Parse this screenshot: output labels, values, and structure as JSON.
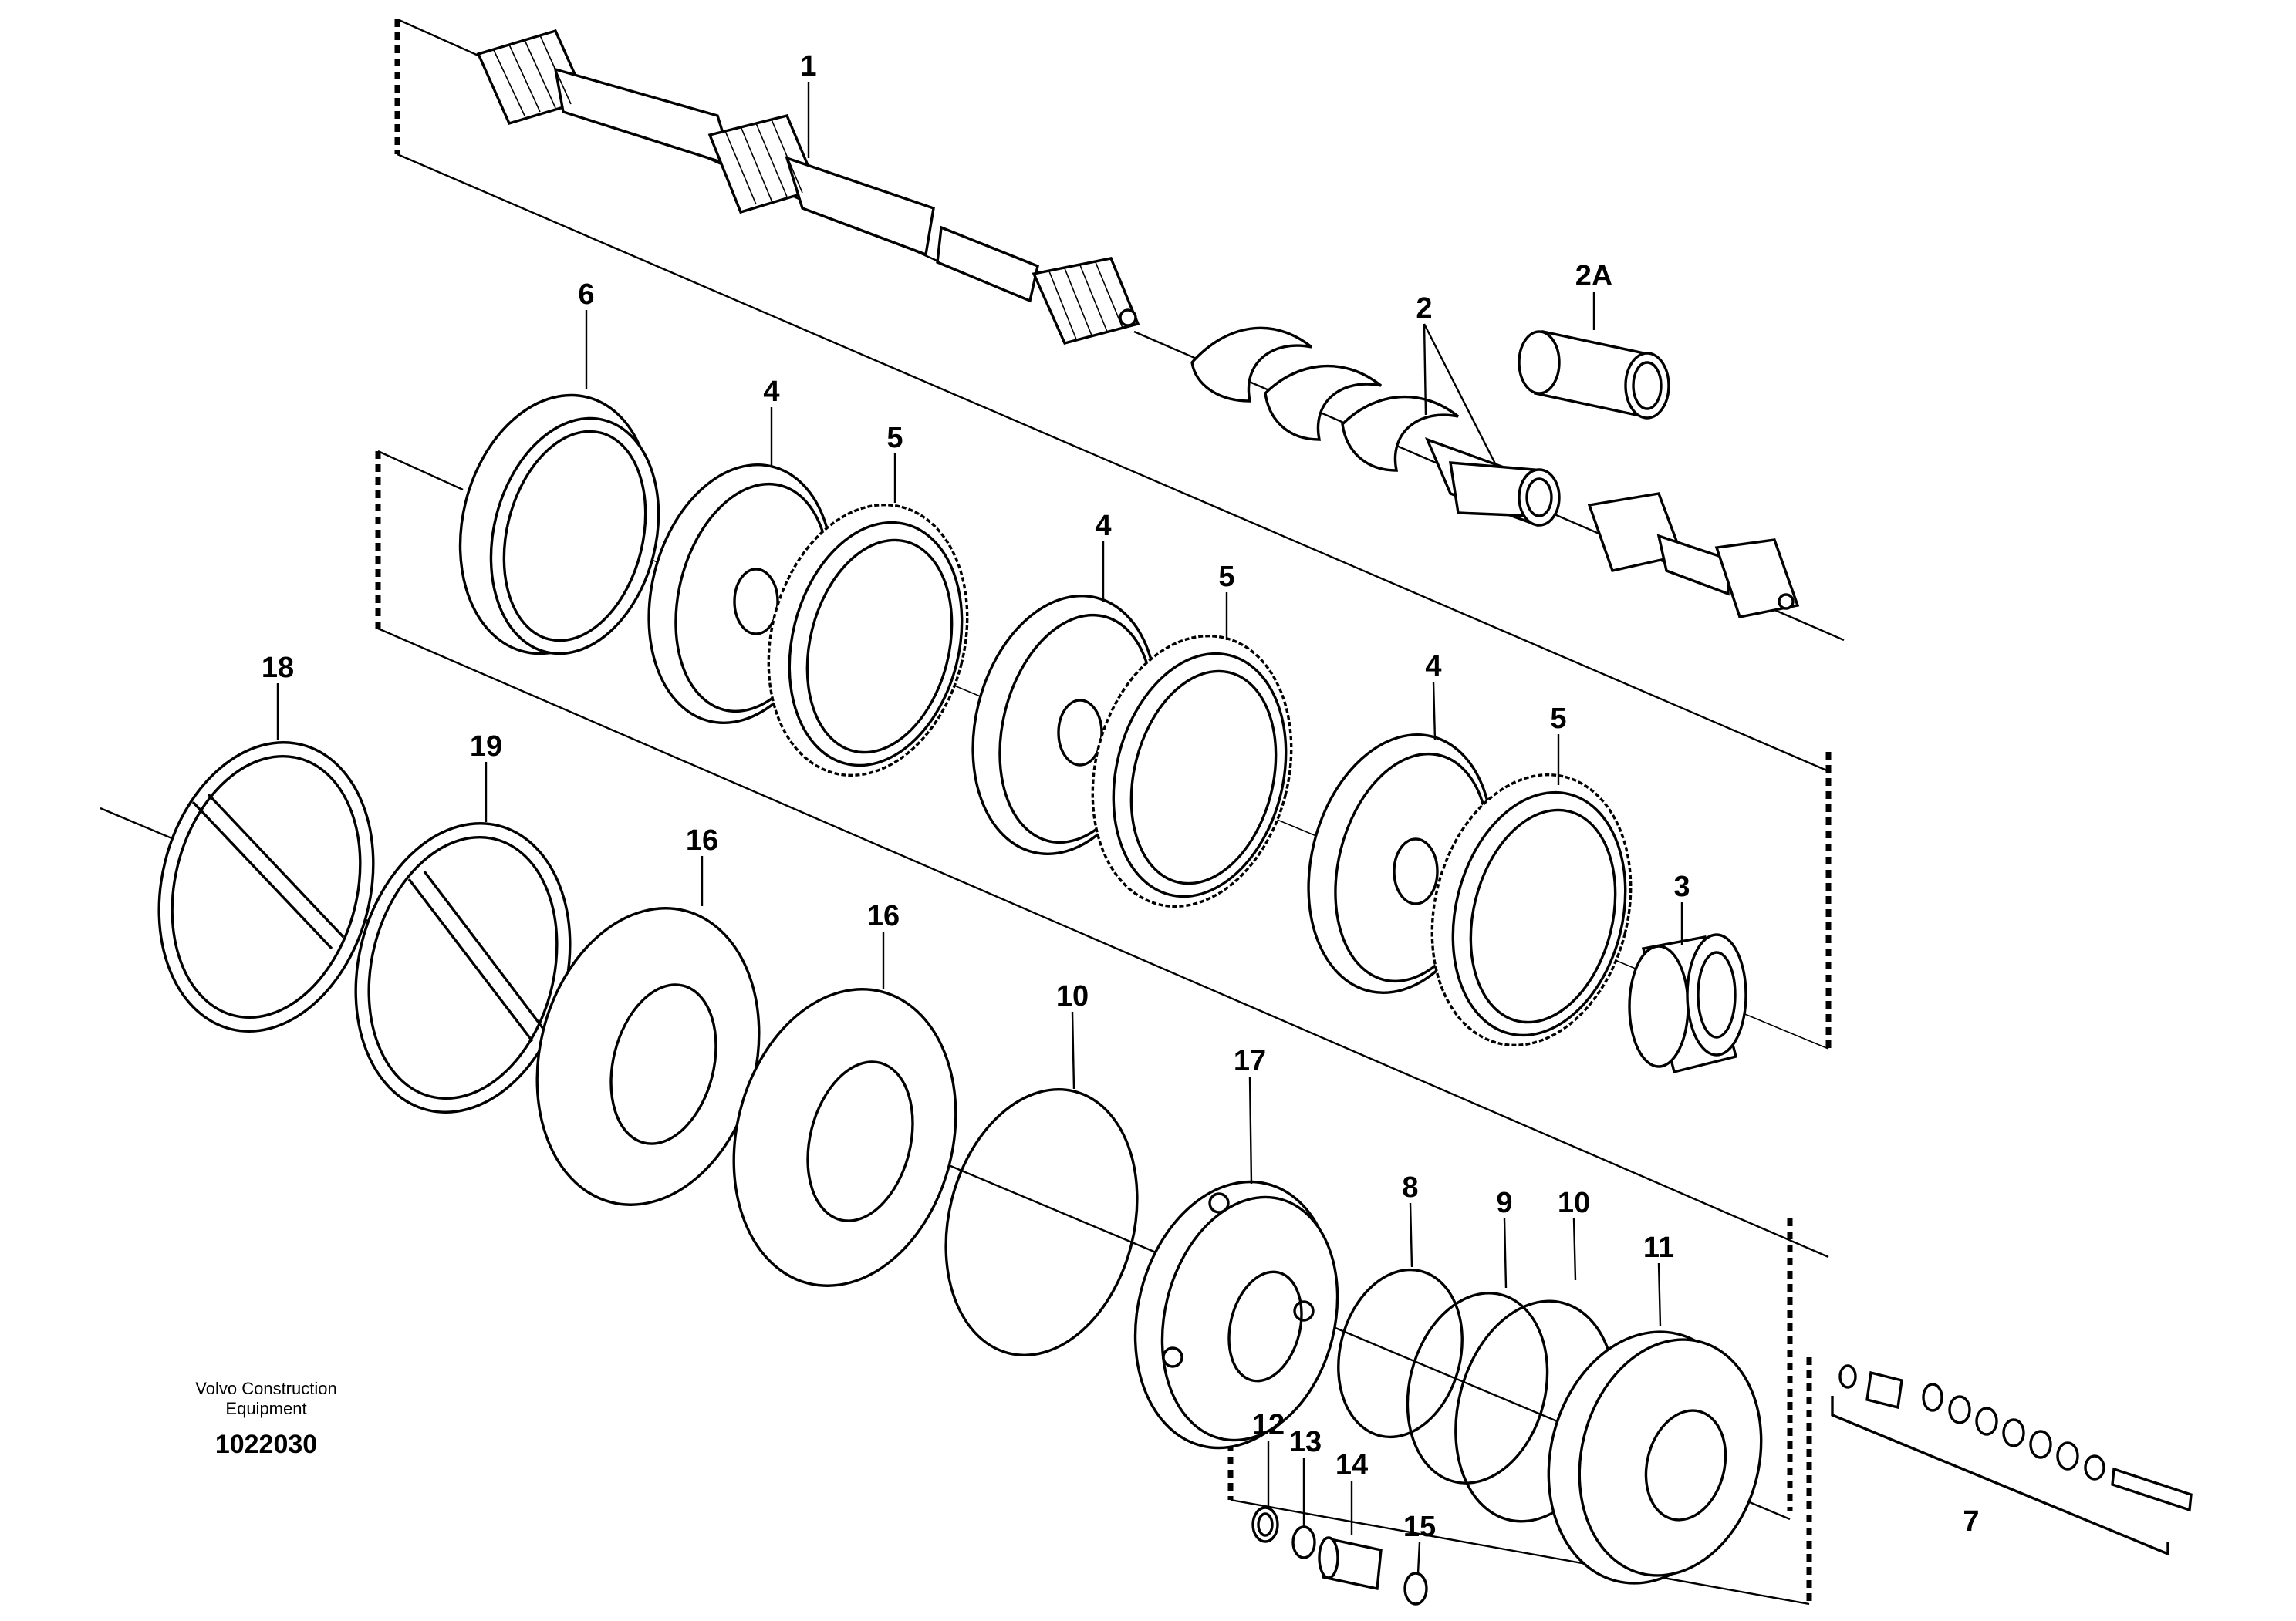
{
  "caption": {
    "brand_line1": "Volvo Construction",
    "brand_line2": "Equipment",
    "drawing_number": "1022030"
  },
  "callouts": {
    "c1": "1",
    "c2": "2",
    "c2a": "2A",
    "c3": "3",
    "c4a": "4",
    "c4b": "4",
    "c4c": "4",
    "c5a": "5",
    "c5b": "5",
    "c5c": "5",
    "c6": "6",
    "c7": "7",
    "c8": "8",
    "c9": "9",
    "c10a": "10",
    "c10b": "10",
    "c11": "11",
    "c12": "12",
    "c13": "13",
    "c14": "14",
    "c15": "15",
    "c16a": "16",
    "c16b": "16",
    "c17": "17",
    "c18": "18",
    "c19": "19"
  }
}
